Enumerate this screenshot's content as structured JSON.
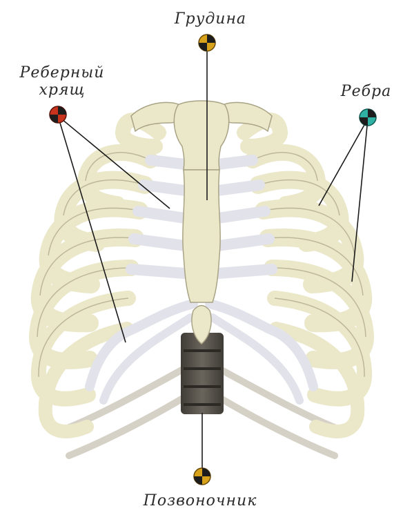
{
  "labels": {
    "sternum": "Грудина",
    "cartilage_line1": "Реберный",
    "cartilage_line2": "хрящ",
    "ribs": "Ребра",
    "spine": "Позвоночник"
  },
  "colors": {
    "bone": "#ebe7c9",
    "bone_edge": "#a9a385",
    "cartilage": "#e2e2ea",
    "spine": "#5b5750",
    "pointer_line": "#1a1a1a",
    "marker_sternum": "#d8a21a",
    "marker_cartilage": "#c8331e",
    "marker_ribs": "#2fb2a4",
    "marker_spine": "#d8a21a"
  }
}
